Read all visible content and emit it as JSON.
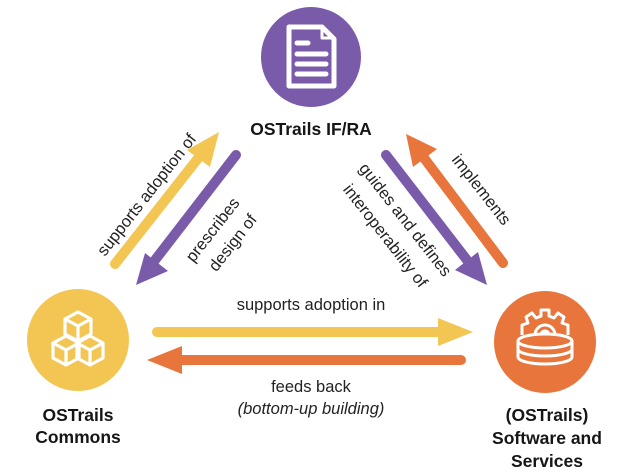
{
  "colors": {
    "purple": "#7A5BAA",
    "yellow": "#F3C654",
    "orange": "#E8753B",
    "icon_stroke": "#FFFFFF",
    "text": "#1A1A1A"
  },
  "nodes": {
    "ifra": {
      "lines": [
        "OSTrails IF/RA"
      ],
      "icon": "document-icon"
    },
    "commons": {
      "lines": [
        "OSTrails",
        "Commons"
      ],
      "icon": "cubes-icon"
    },
    "software": {
      "lines": [
        "(OSTrails)",
        "Software and",
        "Services"
      ],
      "icon": "gear-database-icon"
    }
  },
  "edges": {
    "commons_to_ifra": {
      "label": "supports adoption of"
    },
    "ifra_to_commons": {
      "label_line1": "prescribes",
      "label_line2": "design of"
    },
    "ifra_to_software": {
      "label_line1": "guides and defines",
      "label_line2": "interoperability of"
    },
    "software_to_ifra": {
      "label": "implements"
    },
    "commons_to_software": {
      "label": "supports adoption in"
    },
    "software_to_commons": {
      "label_line1": "feeds back",
      "label_line2": "(bottom-up building)"
    }
  }
}
